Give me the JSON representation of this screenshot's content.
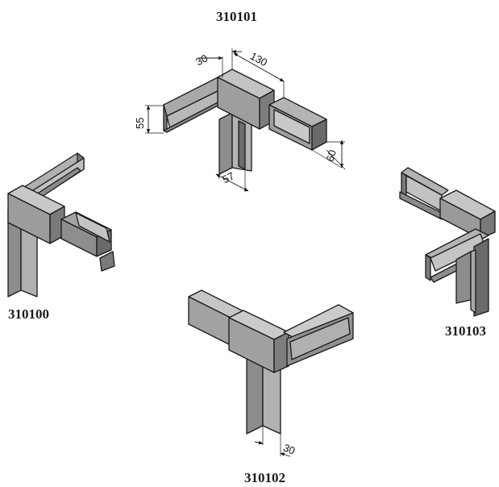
{
  "parts": [
    {
      "code": "310101",
      "dimensions": [
        "30",
        "130",
        "55",
        "60",
        "57"
      ]
    },
    {
      "code": "310100"
    },
    {
      "code": "310103"
    },
    {
      "code": "310102",
      "dimensions": [
        "30"
      ]
    }
  ],
  "colors": {
    "face_light": "#b9b9b9",
    "face_mid": "#9a9a9a",
    "face_dark": "#6e6e6e",
    "edge": "#1a1a1a"
  }
}
